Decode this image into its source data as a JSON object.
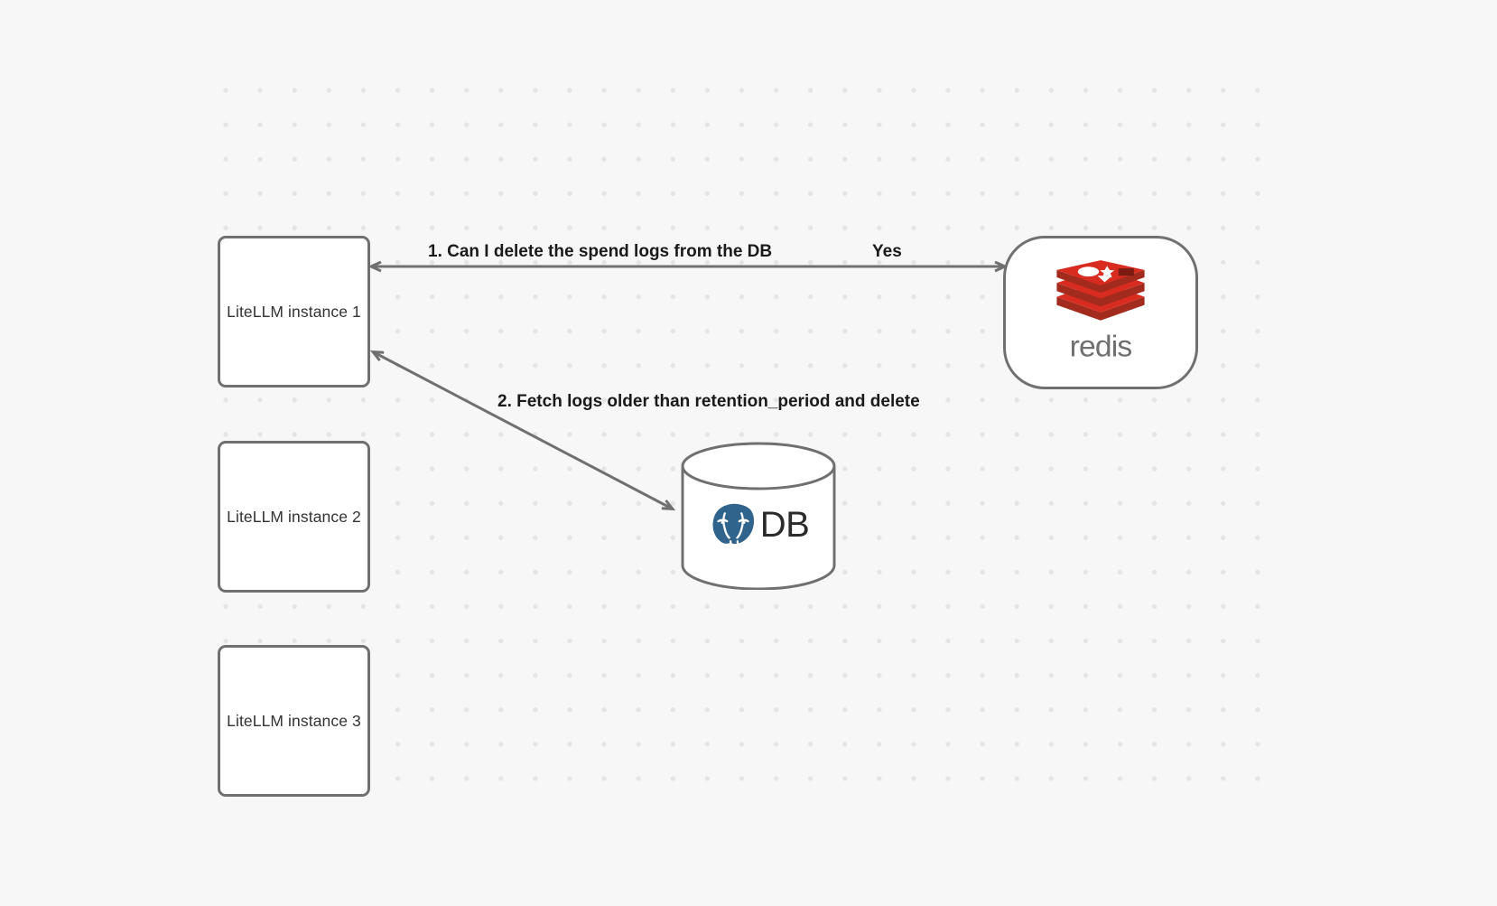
{
  "canvas": {
    "background_color": "#f7f7f7",
    "grid_dot_color": "#e4e5e7",
    "stroke_color": "#707070"
  },
  "nodes": [
    {
      "id": "instance-1",
      "label": "LiteLLM instance 1",
      "shape": "rounded-rect"
    },
    {
      "id": "instance-2",
      "label": "LiteLLM instance 2",
      "shape": "rounded-rect"
    },
    {
      "id": "instance-3",
      "label": "LiteLLM instance 3",
      "shape": "rounded-rect"
    },
    {
      "id": "redis",
      "label": "redis",
      "shape": "stadium",
      "logo": "redis-logo",
      "brand_color": "#d82c20"
    },
    {
      "id": "database",
      "label": "DB",
      "shape": "cylinder",
      "logo": "postgresql-elephant-icon",
      "brand_color": "#31648c"
    }
  ],
  "edges": [
    {
      "id": "edge-1",
      "from": "instance-1",
      "to": "redis",
      "label": "1.  Can I delete the spend logs from the DB",
      "reply_label": "Yes",
      "direction": "bidirectional"
    },
    {
      "id": "edge-2",
      "from": "instance-1",
      "to": "database",
      "label": "2.  Fetch logs older than retention_period and delete",
      "direction": "bidirectional"
    }
  ]
}
